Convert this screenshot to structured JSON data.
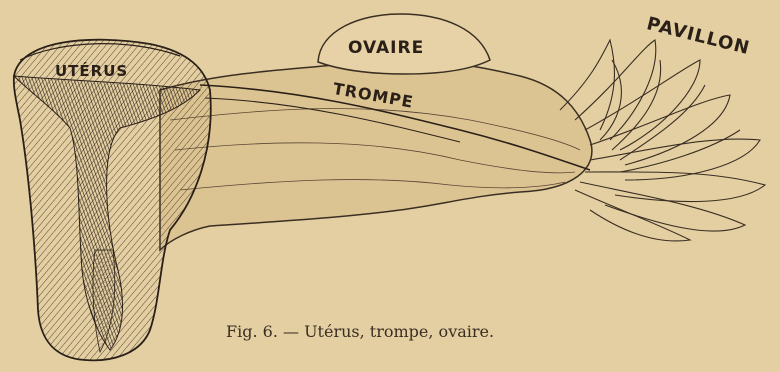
{
  "labels": {
    "uterus": "UTÉRUS",
    "ovaire": "OVAIRE",
    "trompe": "TROMPE",
    "pavillon": "PAVILLON"
  },
  "caption": "Fig. 6. — Utérus, trompe, ovaire.",
  "colors": {
    "paper": "#e3cfa2",
    "ink": "#2a2018",
    "tissue": "#dcc492"
  }
}
